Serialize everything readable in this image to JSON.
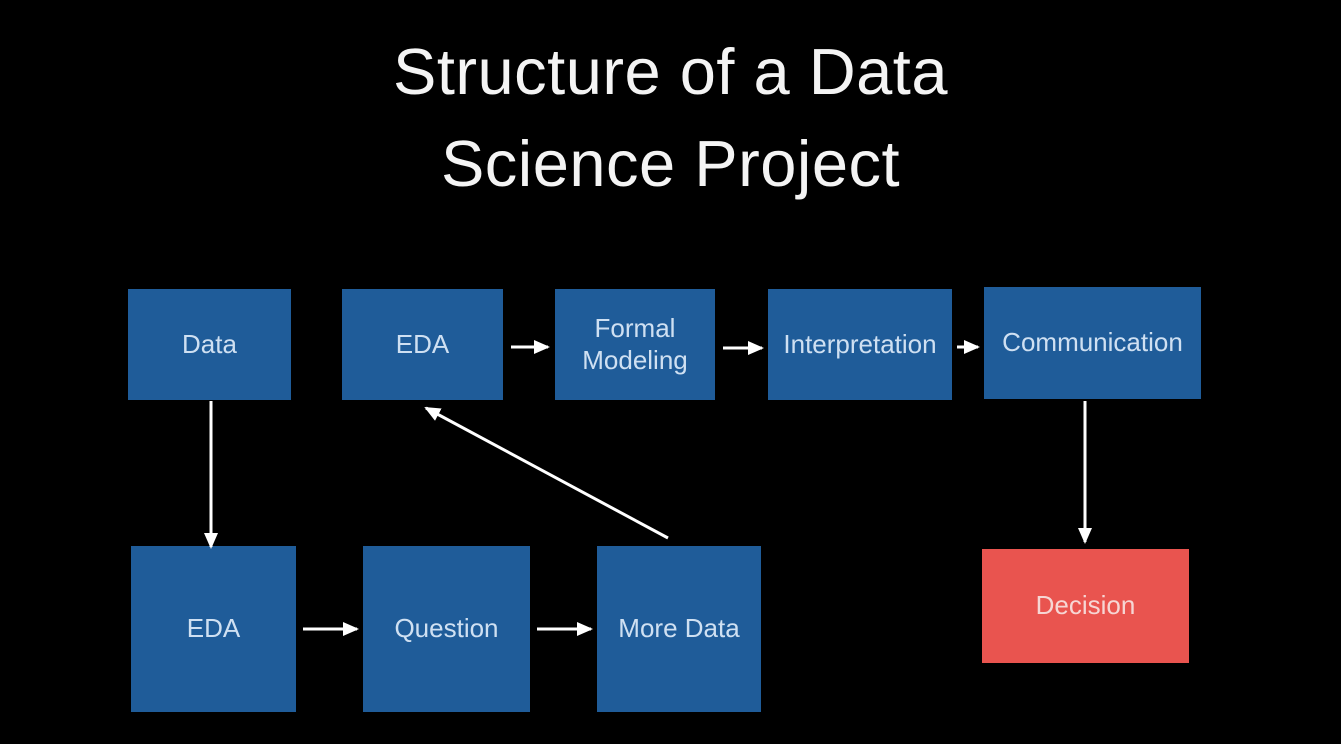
{
  "slide": {
    "title_lines": [
      "Structure of a Data",
      "Science Project"
    ]
  },
  "palette": {
    "background": "#000000",
    "title_text": "#f4f4f4",
    "node_blue": "#1f5c99",
    "node_red": "#e9544f",
    "node_text_blue": "#cfe0f2",
    "node_text_red": "#f6d6d4",
    "arrow": "#ffffff"
  },
  "diagram": {
    "nodes": [
      {
        "id": "data",
        "label": "Data",
        "color": "blue"
      },
      {
        "id": "eda-main",
        "label": "EDA",
        "color": "blue"
      },
      {
        "id": "formal-modeling",
        "label": "Formal Modeling",
        "color": "blue"
      },
      {
        "id": "interpretation",
        "label": "Interpretation",
        "color": "blue"
      },
      {
        "id": "communication",
        "label": "Communication",
        "color": "blue"
      },
      {
        "id": "eda-loop",
        "label": "EDA",
        "color": "blue"
      },
      {
        "id": "question",
        "label": "Question",
        "color": "blue"
      },
      {
        "id": "more-data",
        "label": "More Data",
        "color": "blue"
      },
      {
        "id": "decision",
        "label": "Decision",
        "color": "red"
      }
    ],
    "edges": [
      {
        "from": "data",
        "to": "eda-loop"
      },
      {
        "from": "eda-main",
        "to": "formal-modeling"
      },
      {
        "from": "formal-modeling",
        "to": "interpretation"
      },
      {
        "from": "interpretation",
        "to": "communication"
      },
      {
        "from": "communication",
        "to": "decision"
      },
      {
        "from": "eda-loop",
        "to": "question"
      },
      {
        "from": "question",
        "to": "more-data"
      },
      {
        "from": "more-data",
        "to": "eda-main"
      }
    ]
  }
}
